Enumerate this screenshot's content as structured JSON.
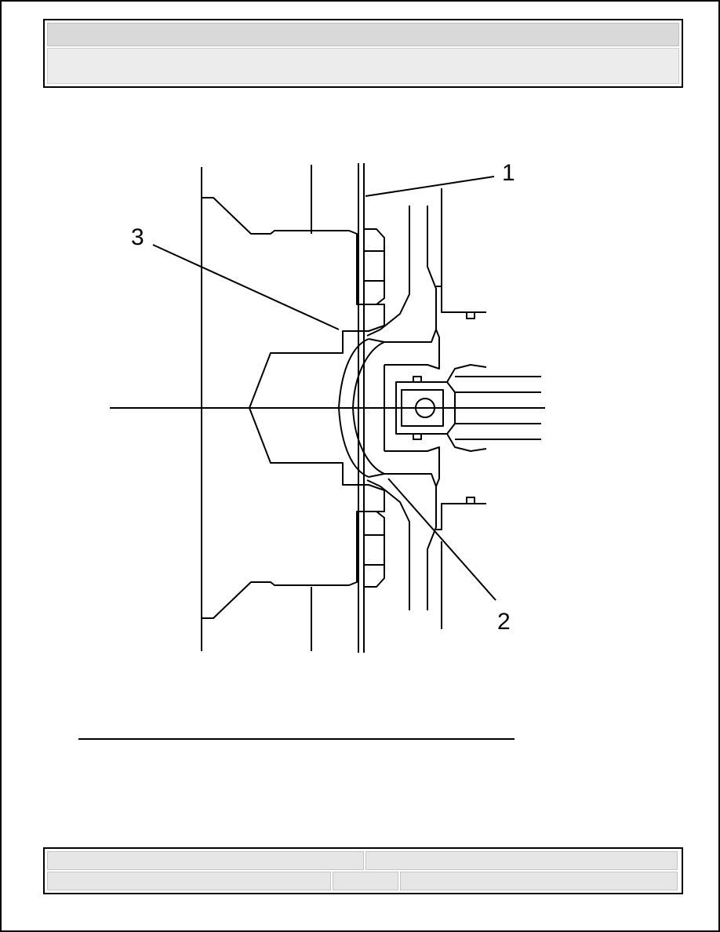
{
  "header": {
    "title": "",
    "subtitle": ""
  },
  "diagram": {
    "callouts": [
      "1",
      "2",
      "3"
    ]
  },
  "footer": {
    "cell_a": "",
    "cell_b": "",
    "cell_c": "",
    "cell_d": "",
    "cell_e": ""
  }
}
